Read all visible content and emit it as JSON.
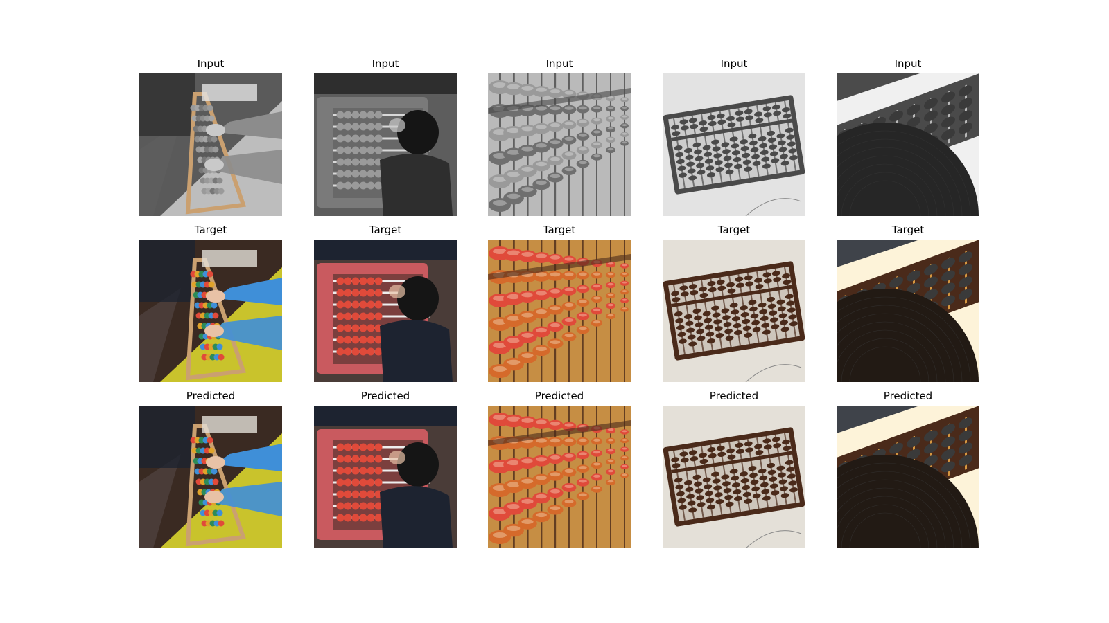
{
  "figure": {
    "rows": [
      {
        "row_label": "Input",
        "panels": [
          {
            "title": "Input",
            "scene": "children-abacus-table",
            "colorized": false
          },
          {
            "title": "Input",
            "scene": "child-large-abacus",
            "colorized": false
          },
          {
            "title": "Input",
            "scene": "abacus-closeup-perspective",
            "colorized": false
          },
          {
            "title": "Input",
            "scene": "wooden-abacus-paper",
            "colorized": false
          },
          {
            "title": "Input",
            "scene": "abacus-vinyl-record",
            "colorized": false
          }
        ]
      },
      {
        "row_label": "Target",
        "panels": [
          {
            "title": "Target",
            "scene": "children-abacus-table",
            "colorized": true
          },
          {
            "title": "Target",
            "scene": "child-large-abacus",
            "colorized": true
          },
          {
            "title": "Target",
            "scene": "abacus-closeup-perspective",
            "colorized": true
          },
          {
            "title": "Target",
            "scene": "wooden-abacus-paper",
            "colorized": true
          },
          {
            "title": "Target",
            "scene": "abacus-vinyl-record",
            "colorized": true
          }
        ]
      },
      {
        "row_label": "Predicted",
        "panels": [
          {
            "title": "Predicted",
            "scene": "children-abacus-table",
            "colorized": true
          },
          {
            "title": "Predicted",
            "scene": "child-large-abacus",
            "colorized": true
          },
          {
            "title": "Predicted",
            "scene": "abacus-closeup-perspective",
            "colorized": true
          },
          {
            "title": "Predicted",
            "scene": "wooden-abacus-paper",
            "colorized": true
          },
          {
            "title": "Predicted",
            "scene": "abacus-vinyl-record",
            "colorized": true
          }
        ]
      }
    ]
  }
}
